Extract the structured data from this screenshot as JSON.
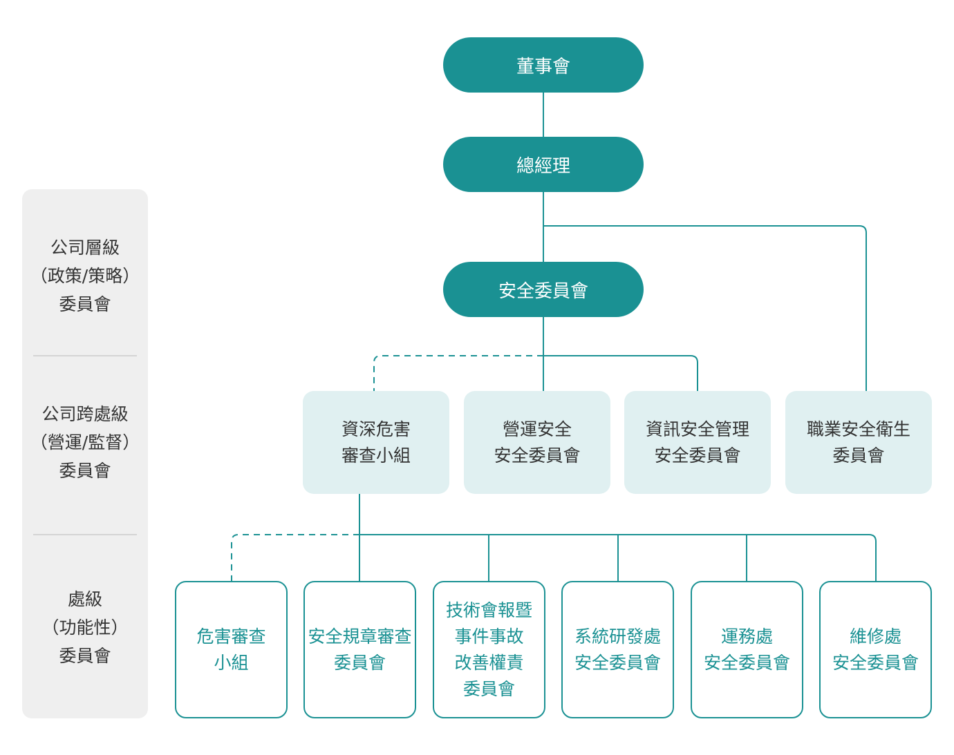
{
  "colors": {
    "teal": "#1a9193",
    "light_box": "#e0f0f1",
    "panel": "#efefef",
    "text": "#333333"
  },
  "levels": [
    {
      "lines": [
        "公司層級",
        "（政策/策略）",
        "委員會"
      ]
    },
    {
      "lines": [
        "公司跨處級",
        "（營運/監督）",
        "委員會"
      ]
    },
    {
      "lines": [
        "處級",
        "（功能性）",
        "委員會"
      ]
    }
  ],
  "top": {
    "board": "董事會",
    "gm": "總經理",
    "safety_committee": "安全委員會"
  },
  "cross": [
    {
      "lines": [
        "資深危害",
        "審查小組"
      ]
    },
    {
      "lines": [
        "營運安全",
        "安全委員會"
      ]
    },
    {
      "lines": [
        "資訊安全管理",
        "安全委員會"
      ]
    },
    {
      "lines": [
        "職業安全衛生",
        "委員會"
      ]
    }
  ],
  "division": [
    {
      "lines": [
        "危害審查",
        "小組"
      ]
    },
    {
      "lines": [
        "安全規章審查",
        "委員會"
      ]
    },
    {
      "lines": [
        "技術會報暨",
        "事件事故",
        "改善權責",
        "委員會"
      ]
    },
    {
      "lines": [
        "系統研發處",
        "安全委員會"
      ]
    },
    {
      "lines": [
        "運務處",
        "安全委員會"
      ]
    },
    {
      "lines": [
        "維修處",
        "安全委員會"
      ]
    }
  ]
}
